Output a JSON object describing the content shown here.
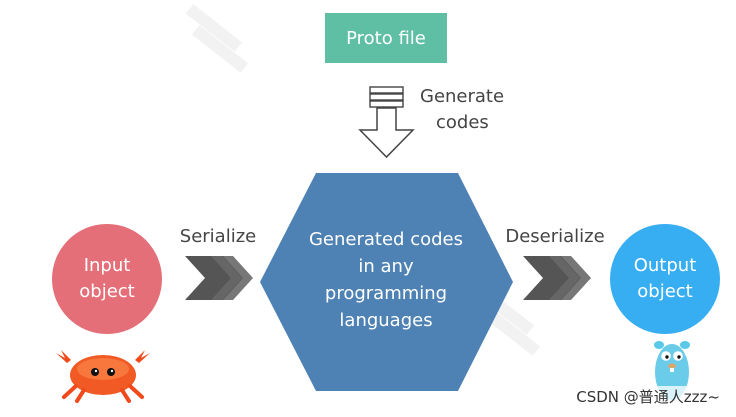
{
  "proto_box": {
    "label": "Proto file"
  },
  "generate_step": {
    "line1": "Generate",
    "line2": "codes"
  },
  "serialize_step": {
    "label": "Serialize"
  },
  "deserialize_step": {
    "label": "Deserialize"
  },
  "input_node": {
    "line1": "Input",
    "line2": "object"
  },
  "output_node": {
    "line1": "Output",
    "line2": "object"
  },
  "center_node": {
    "lines": [
      "Generated codes",
      "in any",
      "programming",
      "languages"
    ]
  },
  "watermark": {
    "text": "CSDN @普通人zzz~"
  },
  "icons": {
    "document_stack": "document-stack-icon",
    "arrow_down": "arrow-down-icon",
    "chevrons": "triple-chevron-right-icon",
    "crab": "crab-mascot-icon",
    "gopher": "gopher-mascot-icon"
  },
  "colors": {
    "proto": "#5fbfa4",
    "hexagon": "#4f82b4",
    "input": "#e46f78",
    "output": "#38aef2",
    "chevron": "#555555",
    "text": "#444444"
  }
}
